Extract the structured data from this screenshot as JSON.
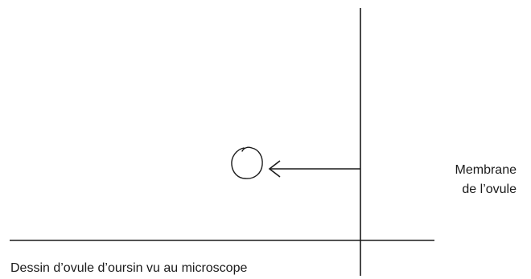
{
  "labels": {
    "membrane_line1": "Membrane",
    "membrane_line2": "de l’ovule",
    "caption": "Dessin d’ovule d’oursin vu au microscope"
  },
  "colors": {
    "ink": "#1a1a1a",
    "background": "#ffffff"
  }
}
